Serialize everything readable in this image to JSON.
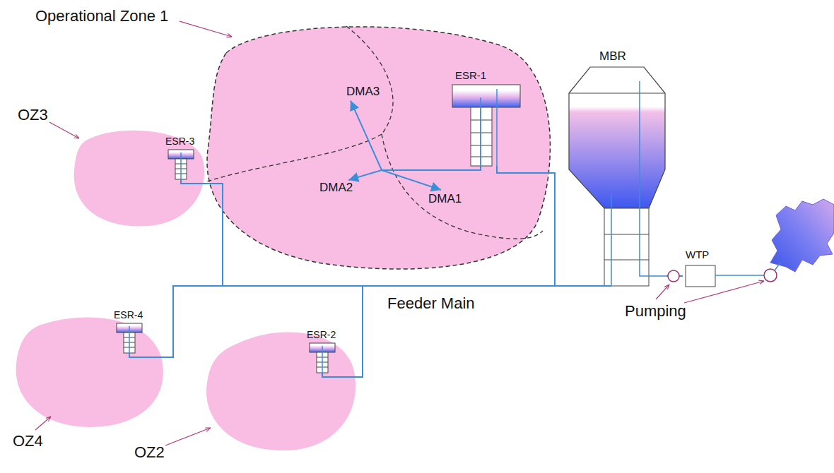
{
  "diagram": {
    "nodes": [
      {
        "text": [
          "Operational Zone 1"
        ]
      },
      {
        "text": [
          "DMA3"
        ],
        "in": 0
      },
      {
        "text": [
          "DMA2"
        ],
        "in": 0
      },
      {
        "text": [
          "DMA1"
        ],
        "in": 0
      },
      {
        "text": [
          "ESR-1"
        ],
        "in": 0
      },
      {
        "text": [
          "OZ3"
        ]
      },
      {
        "text": [
          "ESR-3"
        ],
        "in": 5
      },
      {
        "text": [
          "OZ4"
        ]
      },
      {
        "text": [
          "ESR-4"
        ],
        "in": 7
      },
      {
        "text": [
          "OZ2"
        ]
      },
      {
        "text": [
          "ESR-2"
        ],
        "in": 9
      },
      {
        "text": [
          "MBR"
        ]
      },
      {
        "text": [
          "WTP"
        ]
      }
    ],
    "edges": [
      {
        "from": 4,
        "to": 1,
        "arrow": "to"
      },
      {
        "from": 4,
        "to": 2,
        "arrow": "to"
      },
      {
        "from": 4,
        "to": 3,
        "arrow": "to"
      },
      {
        "from": 11,
        "to": 4,
        "arrow": "none"
      },
      {
        "from": 11,
        "to": 6,
        "arrow": "none"
      },
      {
        "from": 11,
        "to": 8,
        "arrow": "none"
      },
      {
        "from": 11,
        "to": 10,
        "arrow": "none"
      },
      {
        "from": 12,
        "to": 11,
        "arrow": "none"
      }
    ],
    "labels": [
      "Feeder Main",
      "Pumping"
    ]
  }
}
